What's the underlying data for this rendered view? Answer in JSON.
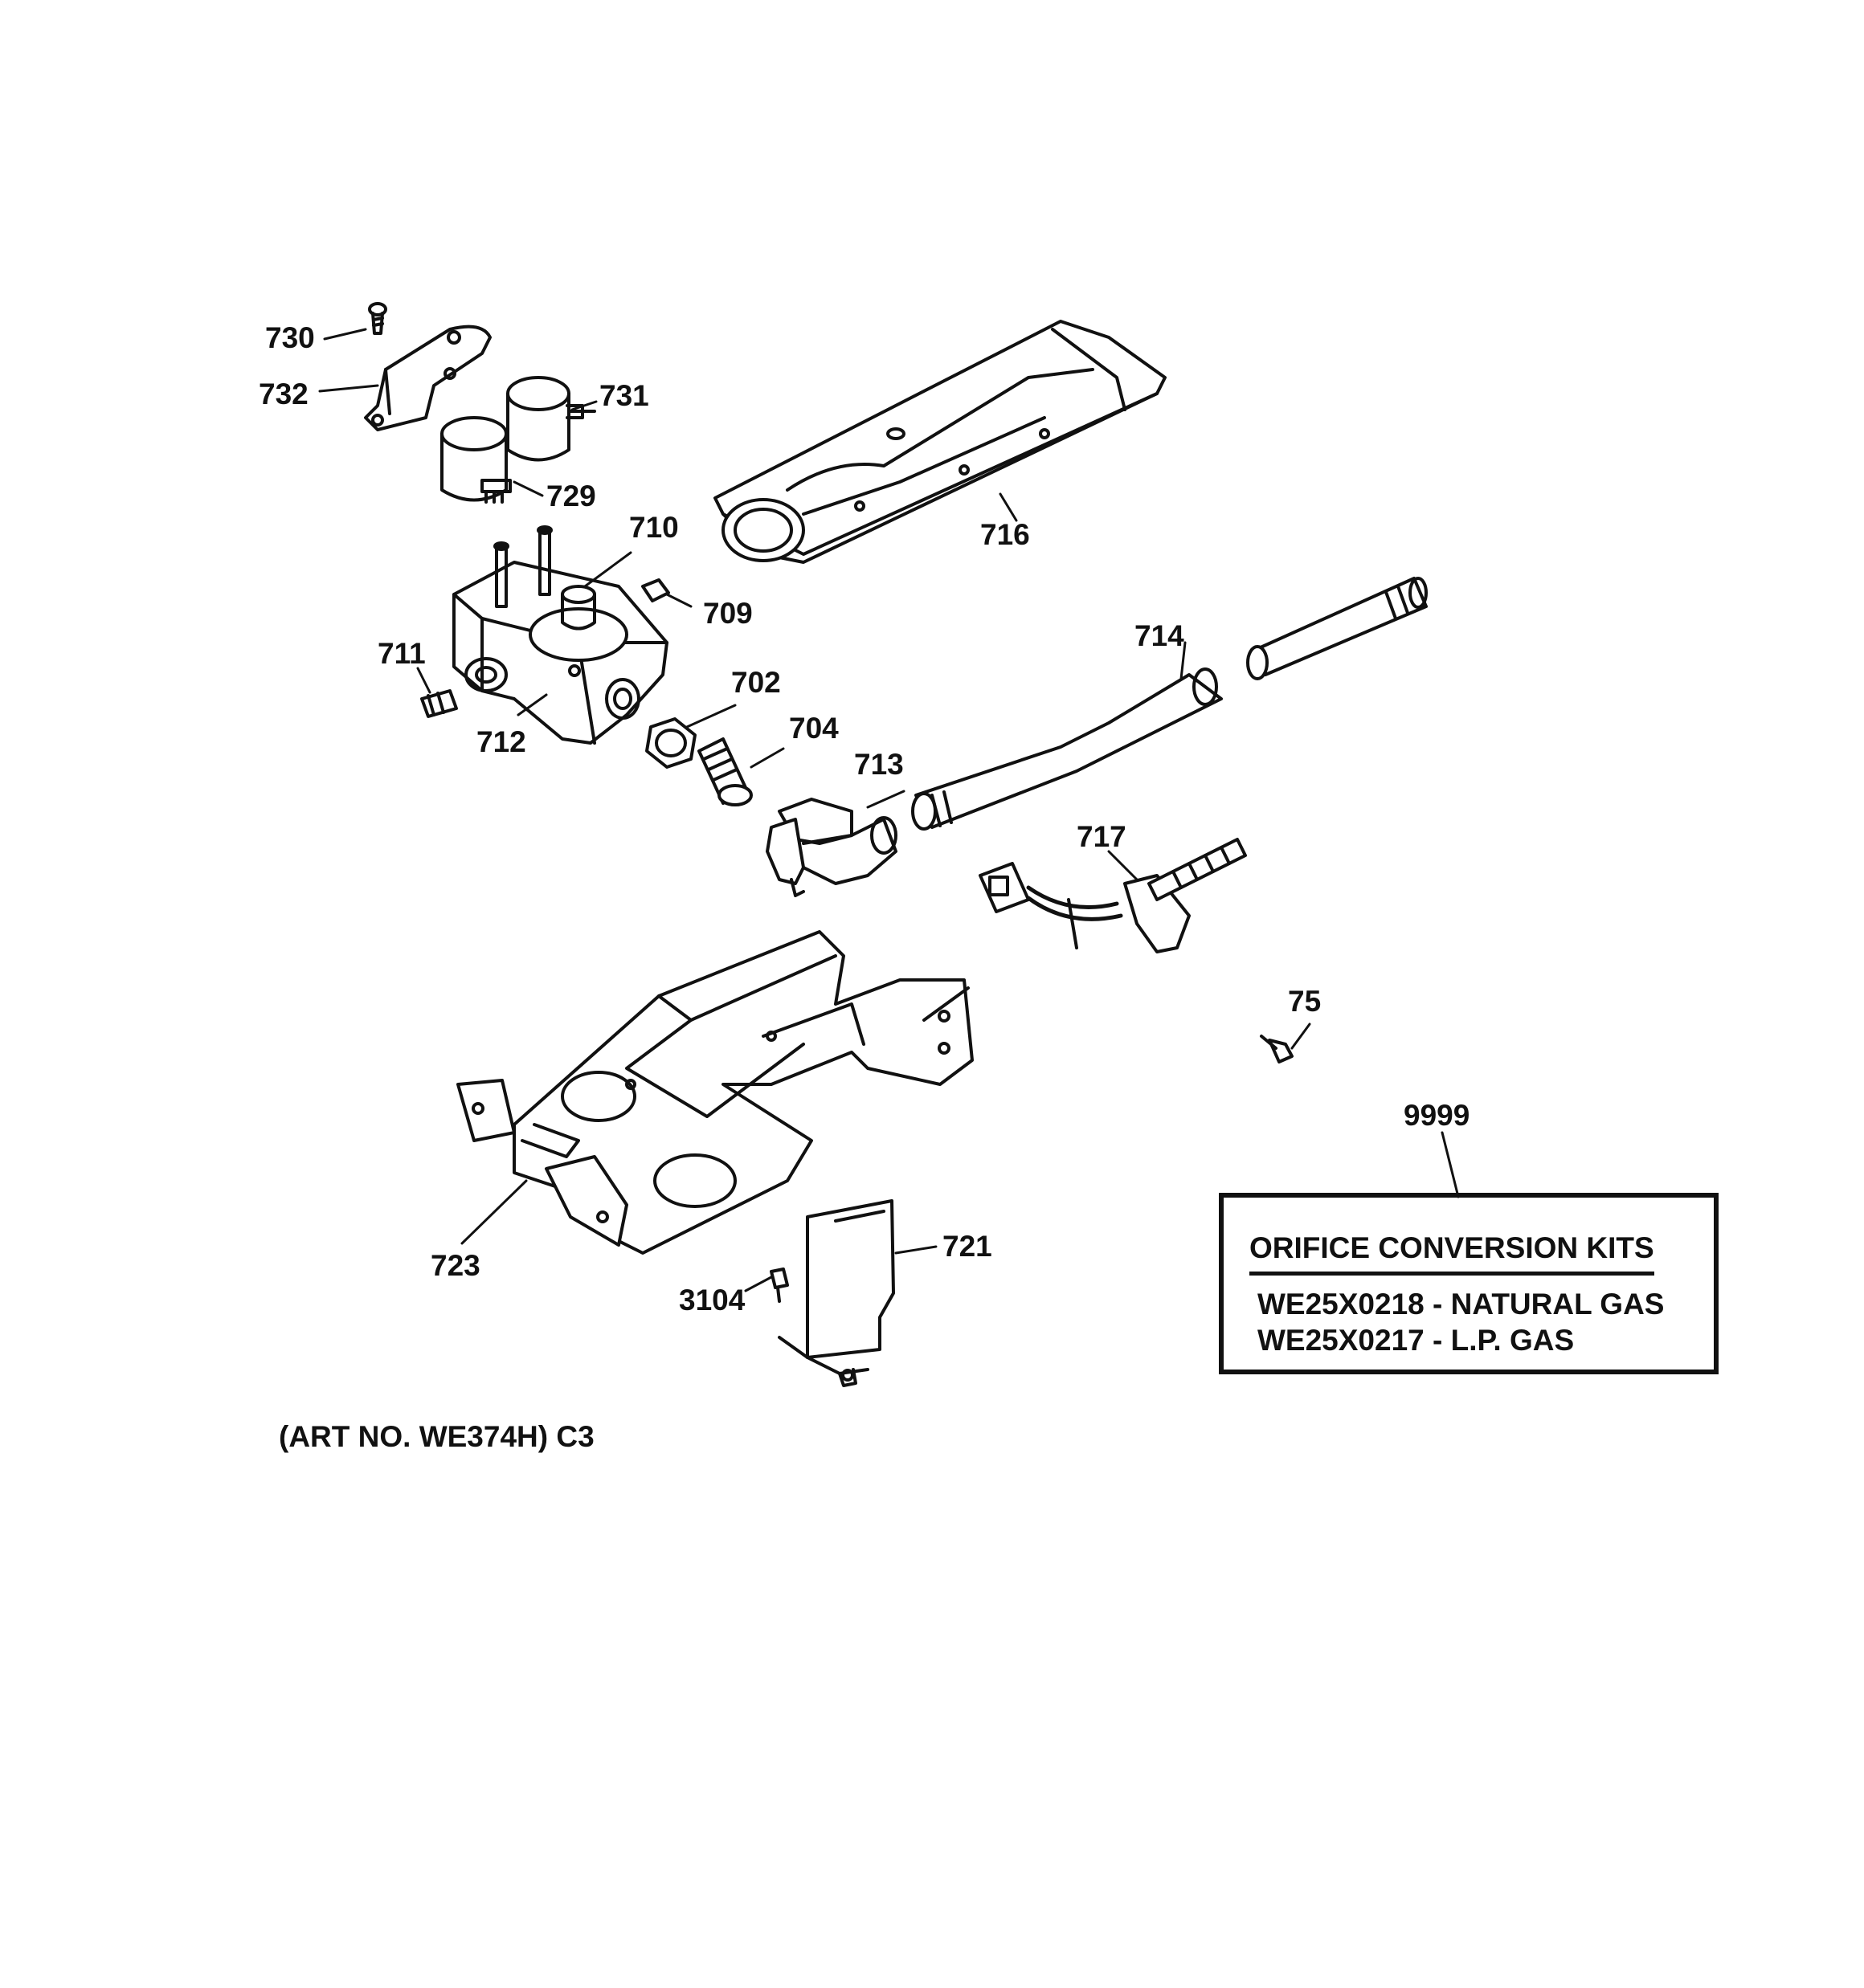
{
  "callouts": [
    {
      "id": "c730",
      "text": "730"
    },
    {
      "id": "c732",
      "text": "732"
    },
    {
      "id": "c731",
      "text": "731"
    },
    {
      "id": "c729",
      "text": "729"
    },
    {
      "id": "c710",
      "text": "710"
    },
    {
      "id": "c709",
      "text": "709"
    },
    {
      "id": "c716",
      "text": "716"
    },
    {
      "id": "c711",
      "text": "711"
    },
    {
      "id": "c712",
      "text": "712"
    },
    {
      "id": "c702",
      "text": "702"
    },
    {
      "id": "c704",
      "text": "704"
    },
    {
      "id": "c713",
      "text": "713"
    },
    {
      "id": "c714",
      "text": "714"
    },
    {
      "id": "c717",
      "text": "717"
    },
    {
      "id": "c75",
      "text": "75"
    },
    {
      "id": "c9999",
      "text": "9999"
    },
    {
      "id": "c723",
      "text": "723"
    },
    {
      "id": "c721",
      "text": "721"
    },
    {
      "id": "c3104",
      "text": "3104"
    }
  ],
  "kit_box": {
    "title": "ORIFICE CONVERSION KITS",
    "lines": [
      "WE25X0218 - NATURAL GAS",
      "WE25X0217 - L.P. GAS"
    ]
  },
  "art_number": "(ART NO. WE374H) C3",
  "colors": {
    "ink": "#111111",
    "paper": "#ffffff"
  }
}
